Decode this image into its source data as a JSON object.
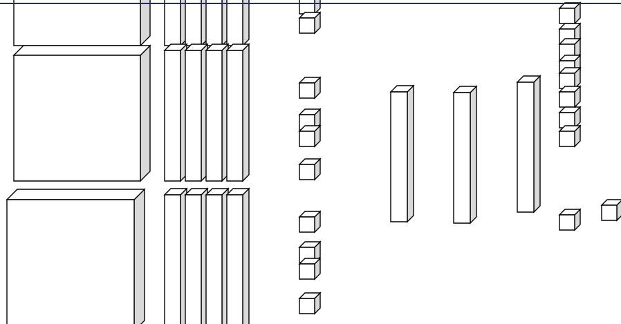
{
  "colors": {
    "background": "#ffffff",
    "top_rule": "#1f2a6e",
    "outline": "#000000",
    "front_face": "#ffffff",
    "top_face": "#ffffff",
    "side_face": "#d9d9d9"
  },
  "blocks": {
    "hundreds_flats": {
      "units_per_block": 100,
      "visible": 3,
      "partially_visible": 2
    },
    "tens_rods_left": {
      "units_per_block": 10,
      "visible": 12,
      "partially_visible": 8
    },
    "tens_rods_right": {
      "units_per_block": 10,
      "visible": 3,
      "partially_visible": 0
    },
    "unit_cubes": {
      "units_per_block": 1,
      "visible": 22
    }
  }
}
